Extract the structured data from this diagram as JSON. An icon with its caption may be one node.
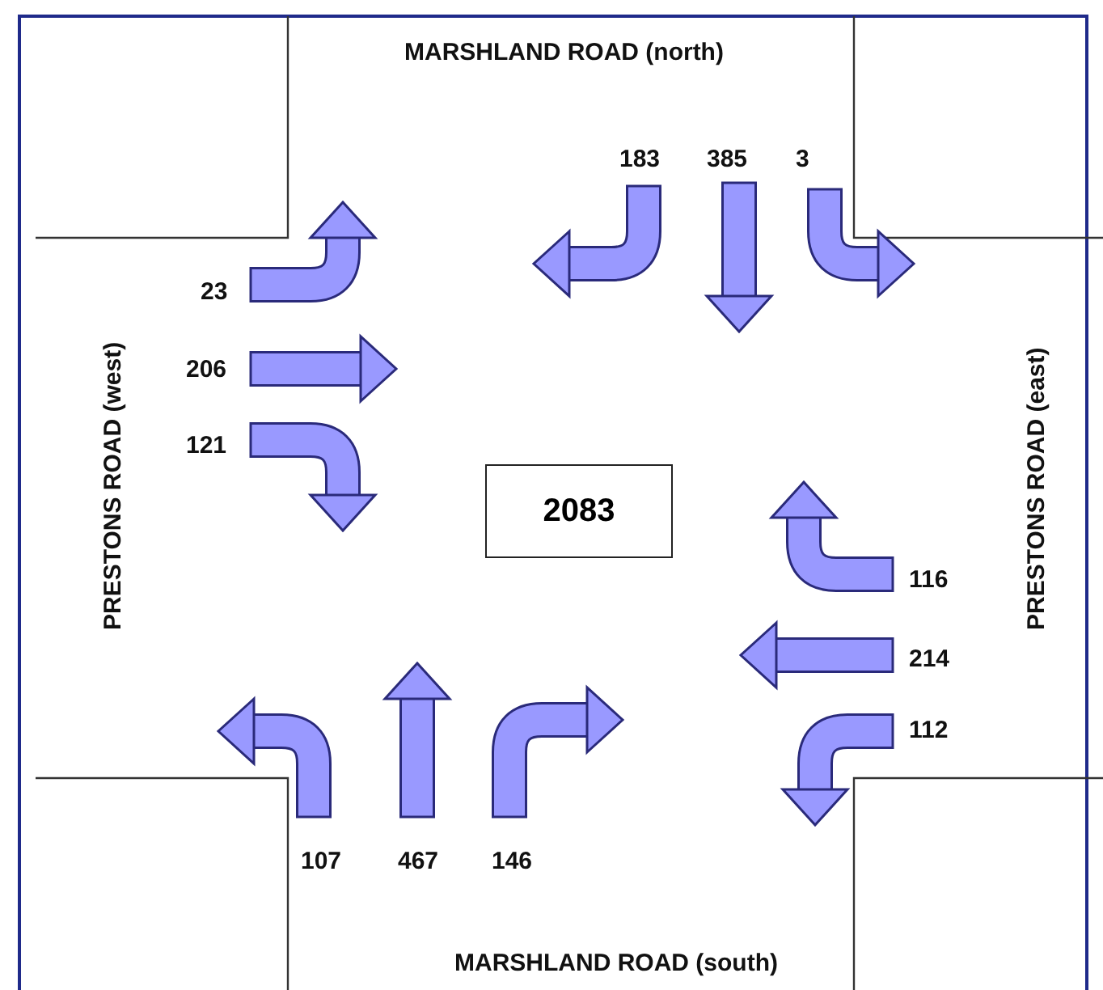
{
  "diagram": {
    "nodes": [
      {
        "text": [
          "2083"
        ]
      }
    ],
    "labels": [
      "MARSHLAND ROAD (north)",
      "183",
      "385",
      "3",
      "23",
      "206",
      "121",
      "PRESTONS ROAD (west)",
      "PRESTONS ROAD (east)",
      "116",
      "214",
      "112",
      "107",
      "467",
      "146",
      "MARSHLAND ROAD (south)"
    ]
  }
}
